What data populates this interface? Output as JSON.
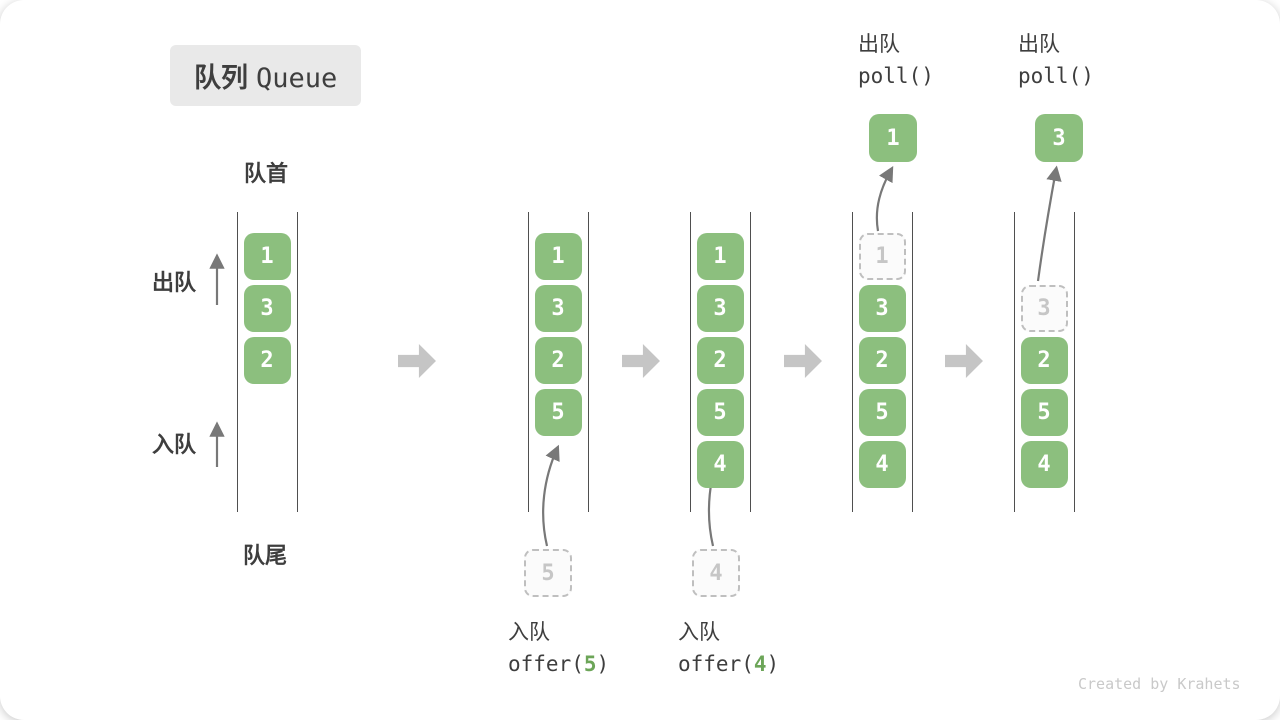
{
  "title": {
    "zh": "队列",
    "en": "Queue"
  },
  "labels": {
    "front": "队首",
    "rear": "队尾",
    "dequeue": "出队",
    "enqueue": "入队"
  },
  "watermark": "Created by Krahets",
  "colors": {
    "green": "#8CBF7E",
    "chip_bg": "#E9E9E9",
    "text_dark": "#3E3E3E",
    "line": "#4F4F4F",
    "arrow_thin": "#787878",
    "arrow_block": "#C5C5C5",
    "dashed_border": "#BFBFBF",
    "dashed_text": "#C6C6C6"
  },
  "columns": [
    {
      "slots": [
        {
          "value": "1",
          "style": "green"
        },
        {
          "value": "3",
          "style": "green"
        },
        {
          "value": "2",
          "style": "green"
        }
      ]
    },
    {
      "slots": [
        {
          "value": "1",
          "style": "green"
        },
        {
          "value": "3",
          "style": "green"
        },
        {
          "value": "2",
          "style": "green"
        },
        {
          "value": "5",
          "style": "green"
        }
      ]
    },
    {
      "slots": [
        {
          "value": "1",
          "style": "green"
        },
        {
          "value": "3",
          "style": "green"
        },
        {
          "value": "2",
          "style": "green"
        },
        {
          "value": "5",
          "style": "green"
        },
        {
          "value": "4",
          "style": "green"
        }
      ]
    },
    {
      "slots": [
        {
          "value": "1",
          "style": "dashed"
        },
        {
          "value": "3",
          "style": "green"
        },
        {
          "value": "2",
          "style": "green"
        },
        {
          "value": "5",
          "style": "green"
        },
        {
          "value": "4",
          "style": "green"
        }
      ]
    },
    {
      "slots": [
        {
          "style": "empty"
        },
        {
          "value": "3",
          "style": "dashed"
        },
        {
          "value": "2",
          "style": "green"
        },
        {
          "value": "5",
          "style": "green"
        },
        {
          "value": "4",
          "style": "green"
        }
      ]
    }
  ],
  "enqueue_ops": [
    {
      "label": "入队",
      "fn_open": "offer(",
      "arg": "5",
      "fn_close": ")",
      "box_value": "5"
    },
    {
      "label": "入队",
      "fn_open": "offer(",
      "arg": "4",
      "fn_close": ")",
      "box_value": "4"
    }
  ],
  "dequeue_ops": [
    {
      "label": "出队",
      "fn": "poll()",
      "box_value": "1"
    },
    {
      "label": "出队",
      "fn": "poll()",
      "box_value": "3"
    }
  ]
}
